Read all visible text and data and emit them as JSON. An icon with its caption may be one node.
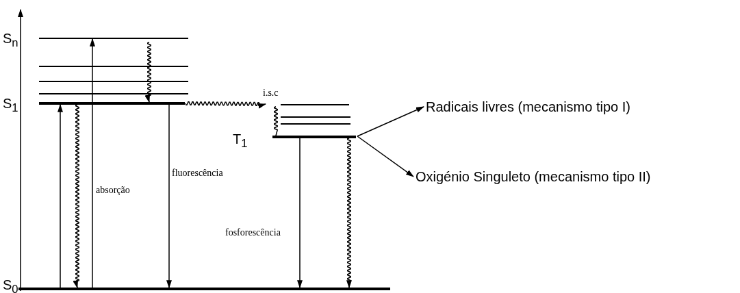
{
  "diagram": {
    "nodes": [
      {
        "text": [
          "S$_{n}$"
        ]
      },
      {
        "text": [],
        "shape": "bar"
      },
      {
        "text": [],
        "shape": "bar"
      },
      {
        "text": [],
        "shape": "bar"
      },
      {
        "text": [
          "S$_{1}$"
        ]
      },
      {
        "text": [
          "S$_{0}$"
        ]
      },
      {
        "text": [],
        "shape": "bar"
      },
      {
        "text": [],
        "shape": "bar"
      },
      {
        "text": [],
        "shape": "bar"
      },
      {
        "text": [
          "T$_{1}$"
        ]
      },
      {
        "text": [
          "Radicais livres (mecanismo tipo I)"
        ]
      },
      {
        "text": [
          "Oxigénio Singuleto (mecanismo tipo II)"
        ]
      }
    ],
    "edges": [
      {
        "from": 5,
        "to": 4,
        "arrow": "to"
      },
      {
        "from": 4,
        "to": 5,
        "arrow": "to"
      },
      {
        "from": 5,
        "to": 0,
        "arrow": "to",
        "label": "absorção"
      },
      {
        "from": 0,
        "to": 4,
        "arrow": "to"
      },
      {
        "from": 4,
        "to": 5,
        "arrow": "to",
        "label": "fluorescência"
      },
      {
        "from": 4,
        "to": 6,
        "arrow": "to",
        "label": "i.s.c"
      },
      {
        "from": 6,
        "to": 9,
        "arrow": "none"
      },
      {
        "from": 9,
        "to": 5,
        "arrow": "to",
        "label": "fosforescência"
      },
      {
        "from": 9,
        "to": 5,
        "arrow": "to"
      },
      {
        "from": 9,
        "to": 10,
        "arrow": "to"
      },
      {
        "from": 9,
        "to": 11,
        "arrow": "to"
      }
    ]
  }
}
